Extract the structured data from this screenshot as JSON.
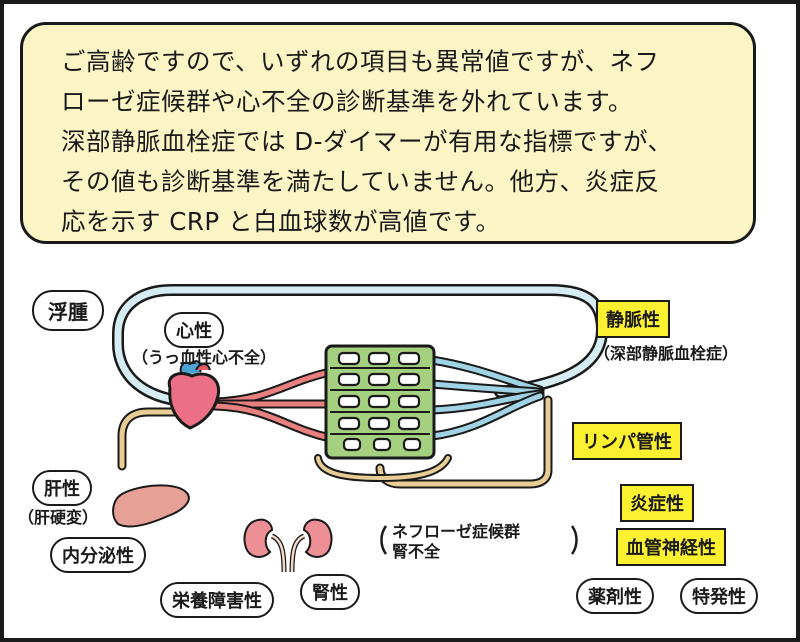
{
  "explanation": {
    "lines": [
      "ご高齢ですので、いずれの項目も異常値ですが、ネフ",
      "ローゼ症候群や心不全の診断基準を外れています。",
      "深部静脈血栓症では D-ダイマーが有用な指標ですが、",
      "その値も診断基準を満たしていません。他方、炎症反",
      "応を示す CRP と白血球数が高値です。"
    ]
  },
  "diagram": {
    "title": "浮腫",
    "cardiac": "心性",
    "cardiac_note": "（うっ血性心不全）",
    "venous": "静脈性",
    "venous_note": "（深部静脈血栓症）",
    "lymphatic": "リンパ管性",
    "inflammatory": "炎症性",
    "vascular_neuro": "血管神経性",
    "drug": "薬剤性",
    "idiopathic": "特発性",
    "hepatic": "肝性",
    "hepatic_note": "（肝硬変）",
    "endocrine": "内分泌性",
    "nutritional": "栄養障害性",
    "renal": "腎性",
    "nephrotic": "ネフローゼ症候群",
    "renal_failure": "腎不全"
  },
  "colors": {
    "bubble_bg": "#fbf5c5",
    "highlight": "#fcf131",
    "artery": "#e98080",
    "vein": "#9fd3e5",
    "lymph": "#e8cc96",
    "capillary_bed": "#a5d080",
    "heart": "#ea6f87",
    "liver": "#e7a095",
    "kidney": "#ee8f95"
  }
}
